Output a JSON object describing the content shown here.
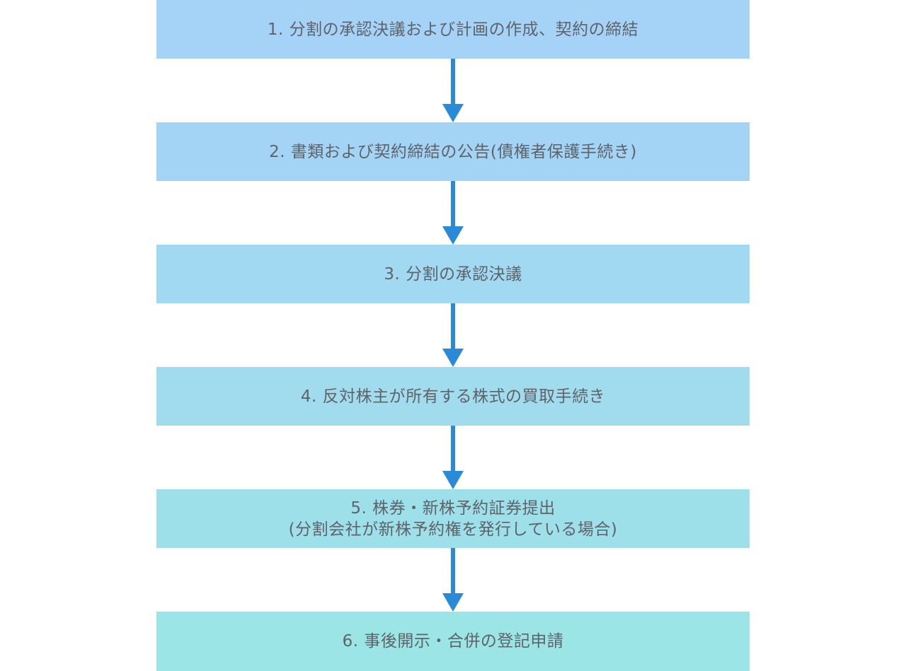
{
  "flowchart": {
    "arrow_color": "#2b8ad8",
    "steps": [
      {
        "lines": [
          "1. 分割の承認決議および計画の作成、契約の締結"
        ],
        "color": "#a5d2f7"
      },
      {
        "lines": [
          "2. 書類および契約締結の公告(債権者保護手続き)"
        ],
        "color": "#a3d4f5"
      },
      {
        "lines": [
          "3. 分割の承認決議"
        ],
        "color": "#a2d9f2"
      },
      {
        "lines": [
          "4. 反対株主が所有する株式の買取手続き"
        ],
        "color": "#a0dcee"
      },
      {
        "lines": [
          "5. 株券・新株予約証券提出",
          "(分割会社が新株予約権を発行している場合)"
        ],
        "color": "#9ee0ea"
      },
      {
        "lines": [
          "6. 事後開示・合併の登記申請"
        ],
        "color": "#9be5e6"
      }
    ]
  }
}
